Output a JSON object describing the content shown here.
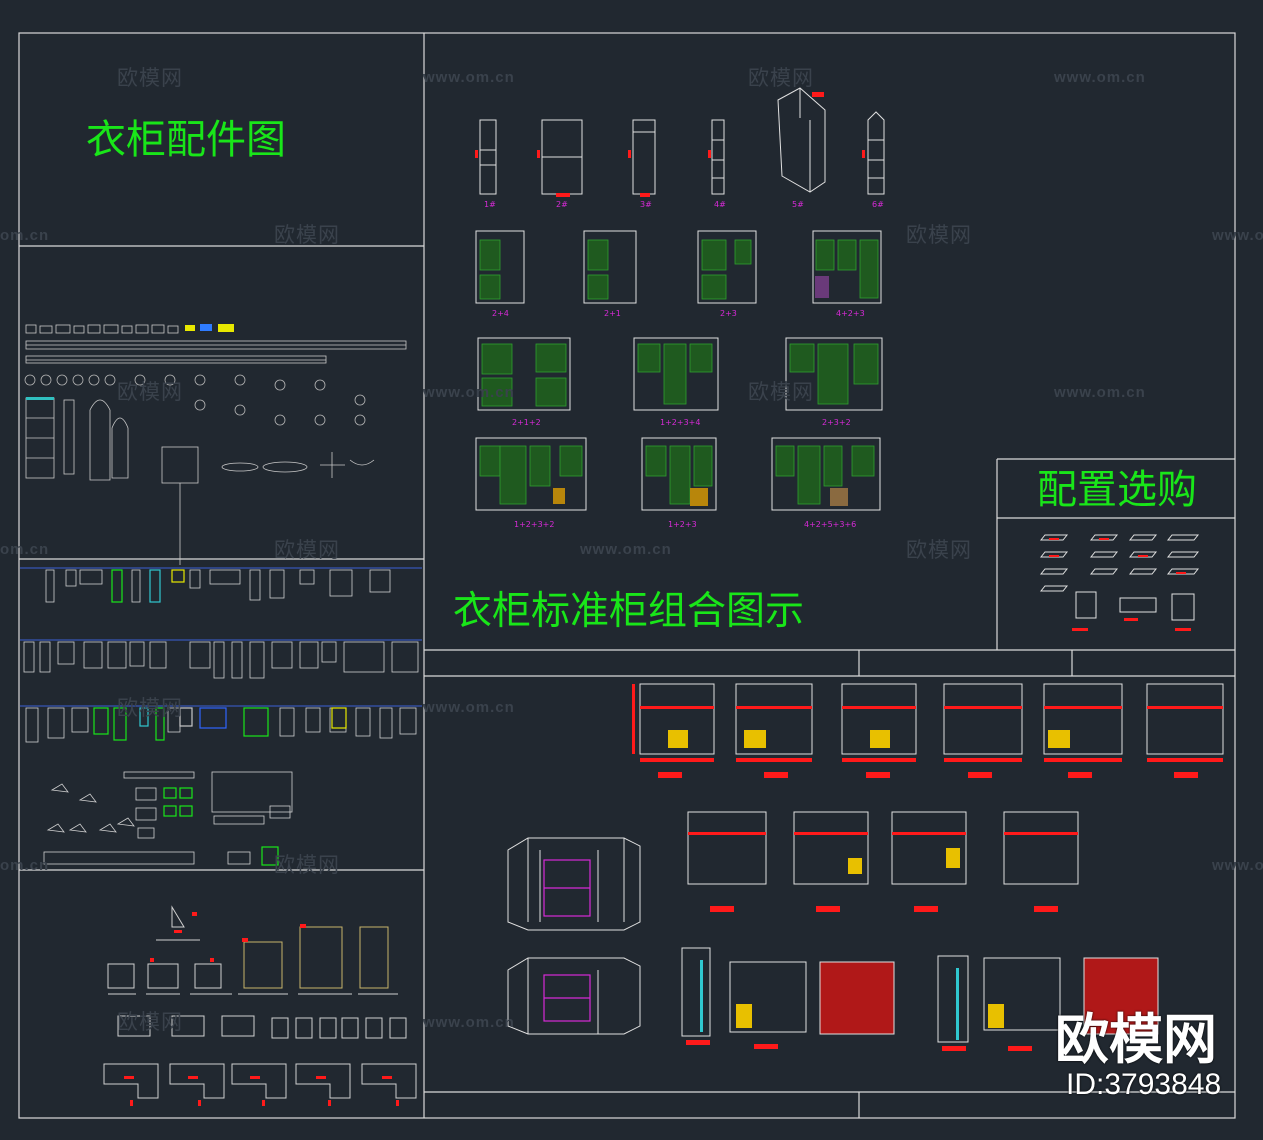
{
  "titles": {
    "accessories": "衣柜配件图",
    "standard_combo": "衣柜标准柜组合图示",
    "config": "配置选购"
  },
  "cabinet_labels_row1": [
    "1#",
    "2#",
    "3#",
    "4#",
    "5#",
    "6#"
  ],
  "combo_labels_row2": [
    "2+4",
    "2+1",
    "2+3",
    "4+2+3"
  ],
  "combo_labels_row3": [
    "2+1+2",
    "1+2+3+4",
    "2+3+2"
  ],
  "combo_labels_row4": [
    "1+2+3+2",
    "1+2+3",
    "4+2+5+3+6"
  ],
  "watermarks": {
    "cn": "欧模网",
    "en": "www.om.cn",
    "partial": "om.cn"
  },
  "brand": {
    "name": "欧模网",
    "id": "ID:3793848"
  },
  "colors": {
    "background": "#212830",
    "frame": "#d9d9d9",
    "title": "#19e619",
    "label": "#d62ad6",
    "accent_red": "#ff1a1a",
    "drawer_green": "#1f7a1f",
    "watermark": "#3a424c"
  }
}
